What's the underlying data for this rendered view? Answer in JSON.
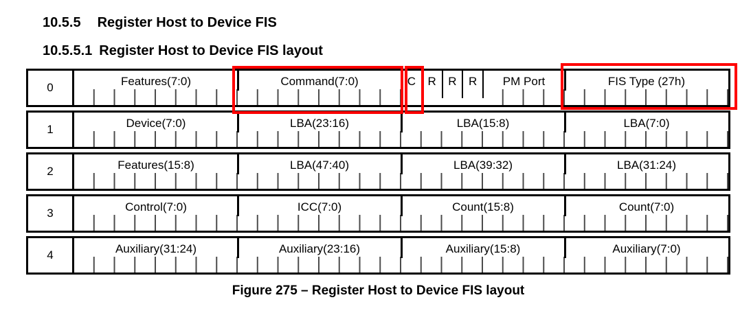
{
  "headings": {
    "section": {
      "number": "10.5.5",
      "title": "Register Host to Device FIS"
    },
    "subsection": {
      "number": "10.5.5.1",
      "title": "Register Host to Device FIS layout"
    }
  },
  "figure_caption": "Figure 275 – Register Host to Device FIS layout",
  "fis_table": {
    "word_width_bits": 32,
    "highlight_color": "#ff0000",
    "border_color": "#000000",
    "highlighted_fields": [
      "Command(7:0)",
      "C",
      "FIS Type (27h)"
    ],
    "rows": [
      {
        "row_number": "0",
        "cells": [
          {
            "label": "Features(7:0)",
            "bits": 8,
            "highlighted": false
          },
          {
            "label": "Command(7:0)",
            "bits": 8,
            "highlighted": true
          },
          {
            "label": "C",
            "bits": 1,
            "highlighted": true
          },
          {
            "label": "R",
            "bits": 1,
            "highlighted": false
          },
          {
            "label": "R",
            "bits": 1,
            "highlighted": false
          },
          {
            "label": "R",
            "bits": 1,
            "highlighted": false
          },
          {
            "label": "PM Port",
            "bits": 4,
            "highlighted": false
          },
          {
            "label": "FIS Type (27h)",
            "bits": 8,
            "highlighted": true
          }
        ]
      },
      {
        "row_number": "1",
        "cells": [
          {
            "label": "Device(7:0)",
            "bits": 8,
            "highlighted": false
          },
          {
            "label": "LBA(23:16)",
            "bits": 8,
            "highlighted": false
          },
          {
            "label": "LBA(15:8)",
            "bits": 8,
            "highlighted": false
          },
          {
            "label": "LBA(7:0)",
            "bits": 8,
            "highlighted": false
          }
        ]
      },
      {
        "row_number": "2",
        "cells": [
          {
            "label": "Features(15:8)",
            "bits": 8,
            "highlighted": false
          },
          {
            "label": "LBA(47:40)",
            "bits": 8,
            "highlighted": false
          },
          {
            "label": "LBA(39:32)",
            "bits": 8,
            "highlighted": false
          },
          {
            "label": "LBA(31:24)",
            "bits": 8,
            "highlighted": false
          }
        ]
      },
      {
        "row_number": "3",
        "cells": [
          {
            "label": "Control(7:0)",
            "bits": 8,
            "highlighted": false
          },
          {
            "label": "ICC(7:0)",
            "bits": 8,
            "highlighted": false
          },
          {
            "label": "Count(15:8)",
            "bits": 8,
            "highlighted": false
          },
          {
            "label": "Count(7:0)",
            "bits": 8,
            "highlighted": false
          }
        ]
      },
      {
        "row_number": "4",
        "cells": [
          {
            "label": "Auxiliary(31:24)",
            "bits": 8,
            "highlighted": false
          },
          {
            "label": "Auxiliary(23:16)",
            "bits": 8,
            "highlighted": false
          },
          {
            "label": "Auxiliary(15:8)",
            "bits": 8,
            "highlighted": false
          },
          {
            "label": "Auxiliary(7:0)",
            "bits": 8,
            "highlighted": false
          }
        ]
      }
    ]
  }
}
